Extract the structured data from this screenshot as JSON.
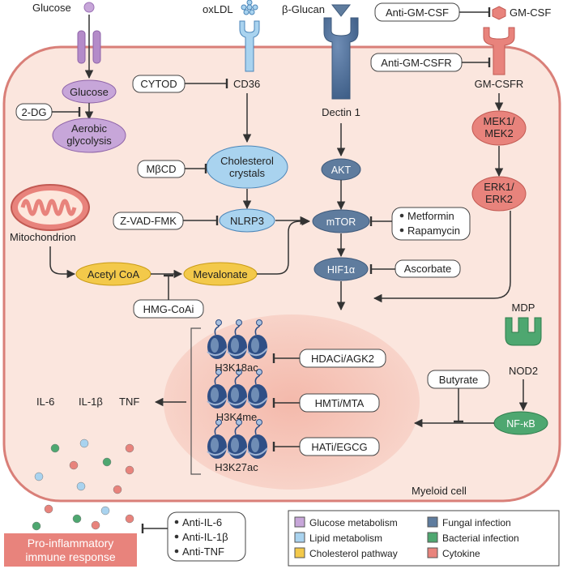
{
  "top": {
    "glucose": "Glucose",
    "oxldl": "oxLDL",
    "beta_glucan": "β-Glucan",
    "anti_gmcsf": "Anti-GM-CSF",
    "gmcsf": "GM-CSF"
  },
  "cell": {
    "glucose_inner": "Glucose",
    "two_dg": "2-DG",
    "aerobic_line1": "Aerobic",
    "aerobic_line2": "glycolysis",
    "cytod": "CYTOD",
    "cd36": "CD36",
    "dectin": "Dectin 1",
    "anti_gmcsfr": "Anti-GM-CSFR",
    "gmcsfr": "GM-CSFR",
    "mek_line1": "MEK1/",
    "mek_line2": "MEK2",
    "mbcd": "MβCD",
    "chol_line1": "Cholesterol",
    "chol_line2": "crystals",
    "akt": "AKT",
    "erk_line1": "ERK1/",
    "erk_line2": "ERK2",
    "mitochondrion": "Mitochondrion",
    "zvad": "Z-VAD-FMK",
    "nlrp3": "NLRP3",
    "mtor": "mTOR",
    "metformin": "Metformin",
    "rapamycin": "Rapamycin",
    "acetyl": "Acetyl CoA",
    "mevalonate": "Mevalonate",
    "hif": "HIF1α",
    "ascorbate": "Ascorbate",
    "hmgcoai": "HMG-CoAi",
    "mdp": "MDP",
    "nod2": "NOD2",
    "butyrate": "Butyrate",
    "nfkb": "NF-κB",
    "h3k18ac": "H3K18ac",
    "h3k4me": "H3K4me",
    "h3k27ac": "H3K27ac",
    "hdaci": "HDACi/AGK2",
    "hmti": "HMTi/MTA",
    "hati": "HATi/EGCG",
    "il6": "IL-6",
    "il1b": "IL-1β",
    "tnf": "TNF",
    "myeloid": "Myeloid cell"
  },
  "bottom": {
    "anti_il6": "Anti-IL-6",
    "anti_il1b": "Anti-IL-1β",
    "anti_tnf": "Anti-TNF",
    "response_line1": "Pro-inflammatory",
    "response_line2": "immune response"
  },
  "legend": [
    {
      "label": "Glucose metabolism",
      "color": "#c7a6d9"
    },
    {
      "label": "Fungal infection",
      "color": "#5f7c9e"
    },
    {
      "label": "Lipid metabolism",
      "color": "#a9d3ef"
    },
    {
      "label": "Bacterial infection",
      "color": "#4ea770"
    },
    {
      "label": "Cholesterol pathway",
      "color": "#f3c94a"
    },
    {
      "label": "Cytokine",
      "color": "#e8837c"
    }
  ],
  "colors": {
    "cell_fill": "#fbe6de",
    "cell_stroke": "#d97f78",
    "nucleus": "#f5c4b8",
    "glucose": "#c7a6d9",
    "lipid": "#a9d3ef",
    "fungal": "#5f7c9e",
    "bacterial": "#4ea770",
    "cholesterol": "#f3c94a",
    "cytokine": "#e8837c",
    "histone": "#2f4f86"
  }
}
